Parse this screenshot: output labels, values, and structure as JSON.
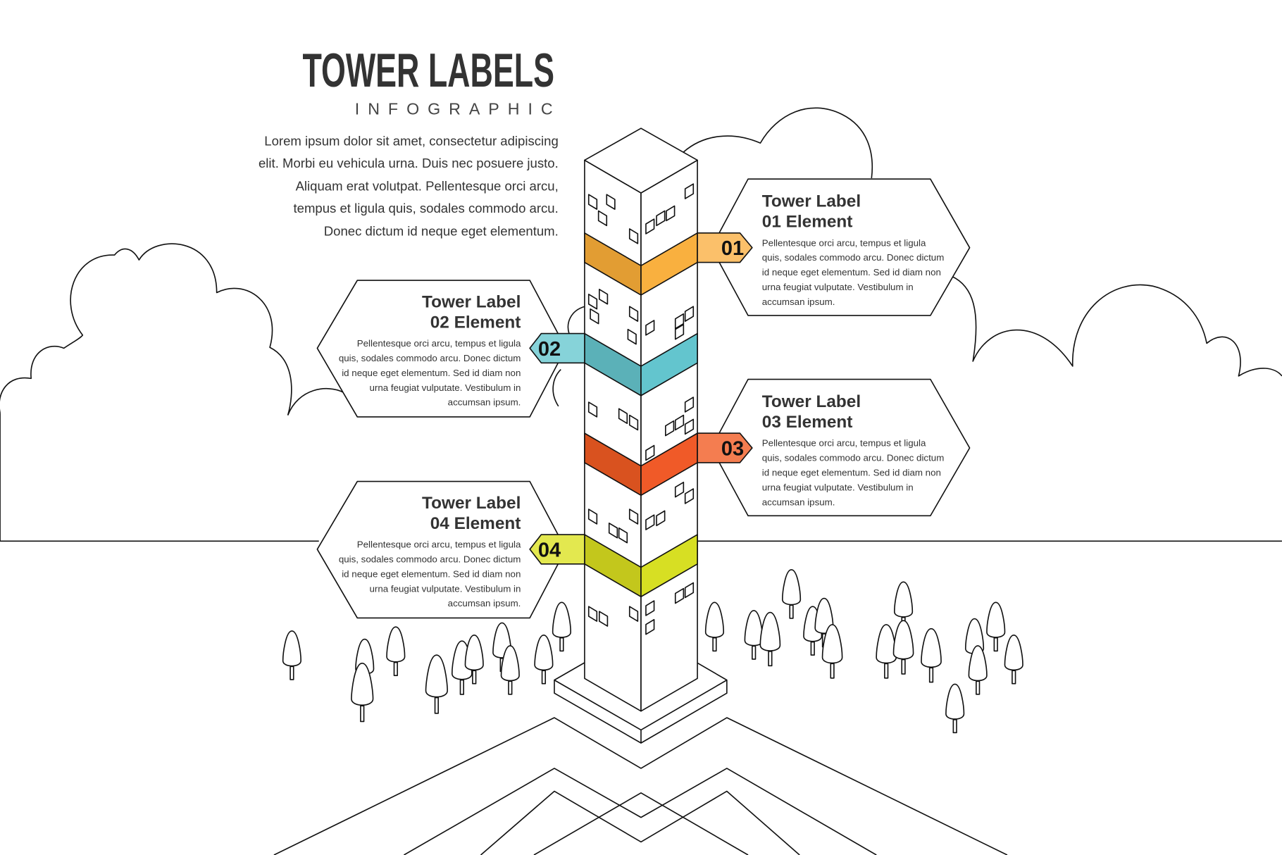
{
  "title": "TOWER LABELS",
  "subtitle": "INFOGRAPHIC",
  "intro": [
    "Lorem ipsum dolor sit amet, consectetur adipiscing",
    "elit. Morbi eu vehicula urna. Duis nec posuere justo.",
    "Aliquam erat volutpat. Pellentesque orci arcu,",
    "tempus et ligula quis, sodales commodo arcu.",
    "Donec dictum id neque eget elementum."
  ],
  "labels": [
    {
      "number": "01",
      "title1": "Tower Label",
      "title2": "01 Element",
      "colors": {
        "left": "#E29D33",
        "right": "#F9B03F",
        "tab": "#FBC06A"
      },
      "body": [
        "Pellentesque orci arcu, tempus et ligula",
        "quis, sodales commodo arcu. Donec dictum",
        "id neque eget elementum. Sed id diam non",
        "urna feugiat vulputate. Vestibulum in",
        "accumsan ipsum."
      ]
    },
    {
      "number": "02",
      "title1": "Tower Label",
      "title2": "02 Element",
      "colors": {
        "left": "#5BB1B8",
        "right": "#63C5CE",
        "tab": "#86D3D9"
      },
      "body": [
        "Pellentesque orci arcu, tempus et ligula",
        "quis, sodales commodo arcu. Donec dictum",
        "id neque eget elementum. Sed id diam non",
        "urna feugiat vulputate. Vestibulum in",
        "accumsan ipsum."
      ]
    },
    {
      "number": "03",
      "title1": "Tower Label",
      "title2": "03 Element",
      "colors": {
        "left": "#D9521F",
        "right": "#F05A28",
        "tab": "#F47D50"
      },
      "body": [
        "Pellentesque orci arcu, tempus et ligula",
        "quis, sodales commodo arcu. Donec dictum",
        "id neque eget elementum. Sed id diam non",
        "urna feugiat vulputate. Vestibulum in",
        "accumsan ipsum."
      ]
    },
    {
      "number": "04",
      "title1": "Tower Label",
      "title2": "04 Element",
      "colors": {
        "left": "#C3C71C",
        "right": "#D7DF23",
        "tab": "#E3E84F"
      },
      "body": [
        "Pellentesque orci arcu, tempus et ligula",
        "quis, sodales commodo arcu. Donec dictum",
        "id neque eget elementum. Sed id diam non",
        "urna feugiat vulputate. Vestibulum in",
        "accumsan ipsum."
      ]
    }
  ]
}
